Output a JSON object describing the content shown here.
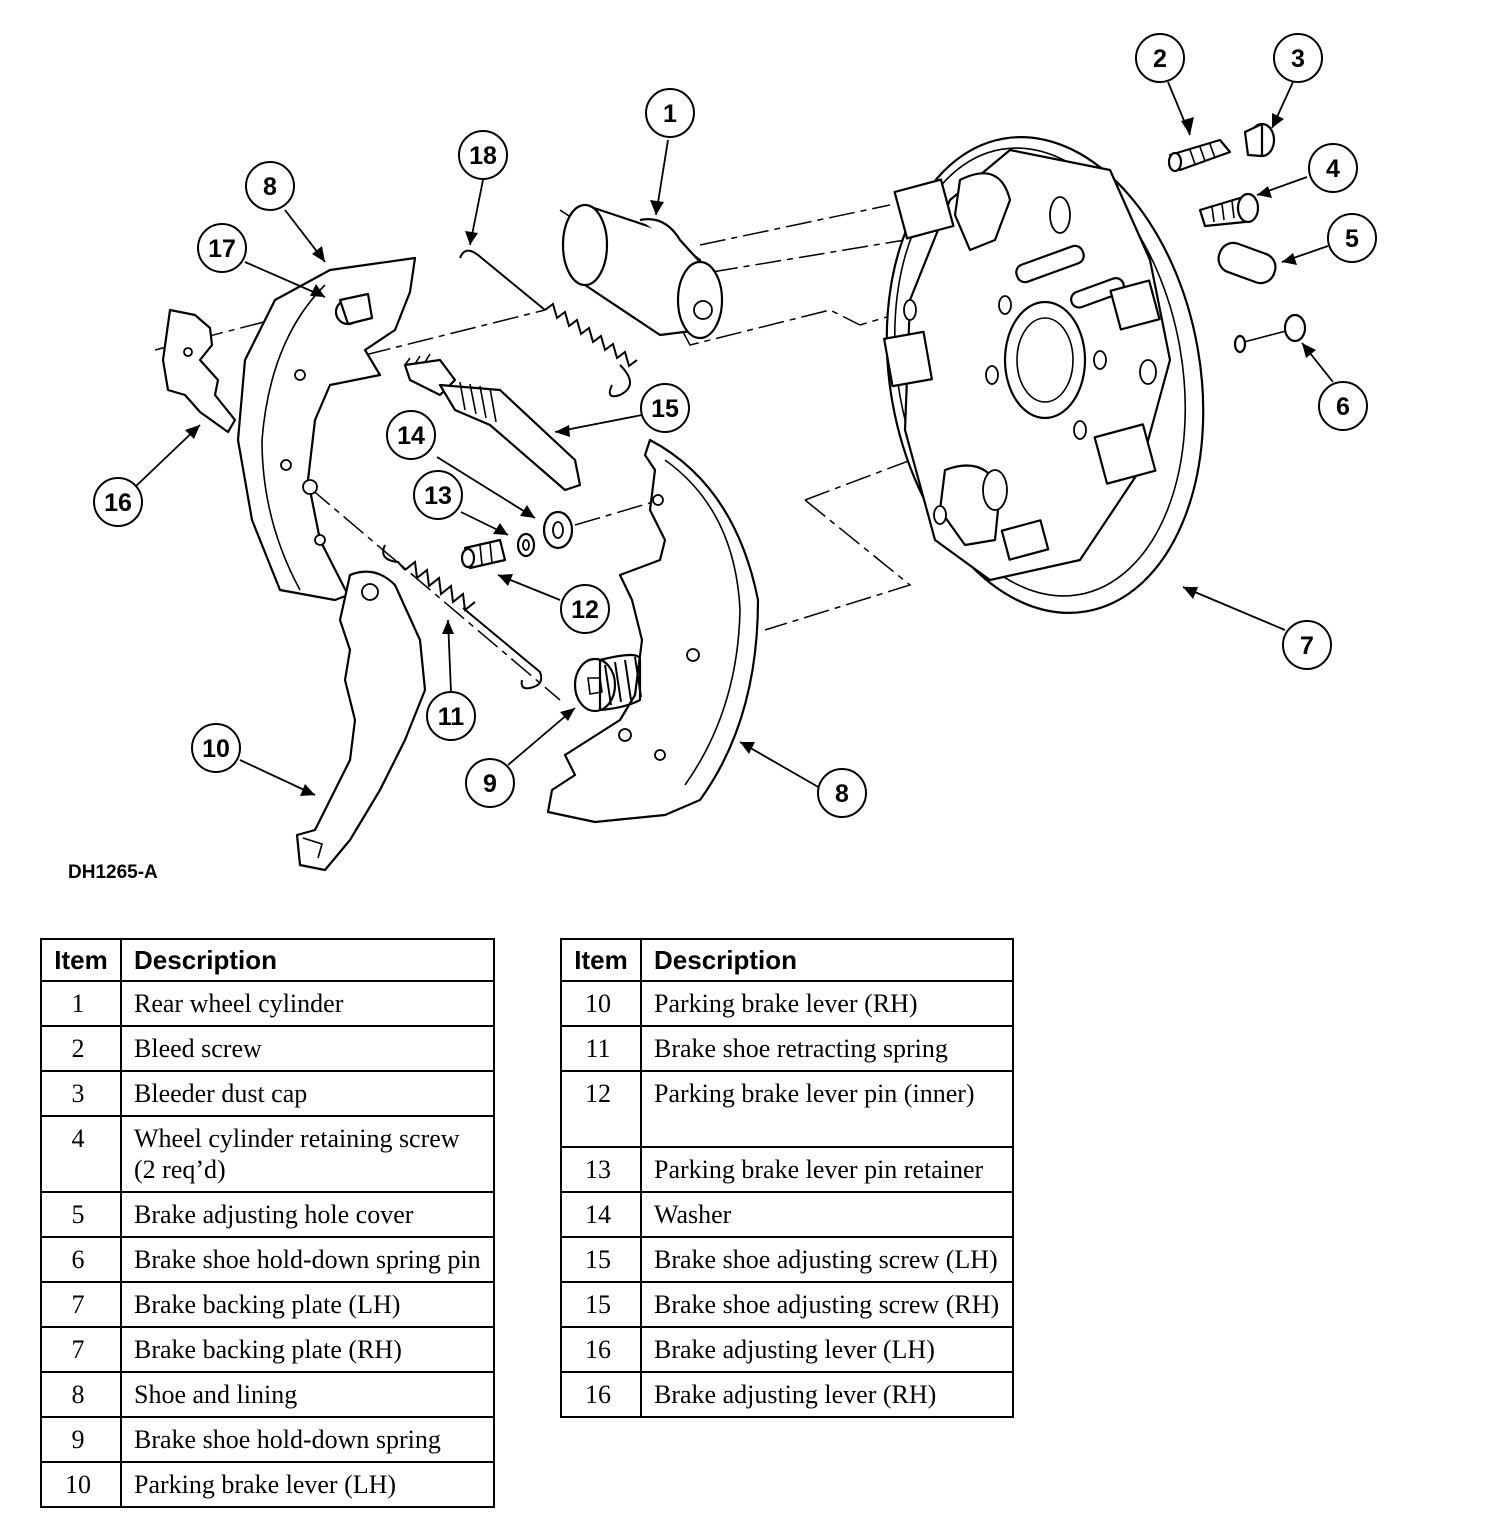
{
  "figure_code": "DH1265-A",
  "callouts": {
    "c1": "1",
    "c2": "2",
    "c3": "3",
    "c4": "4",
    "c5": "5",
    "c6": "6",
    "c7": "7",
    "c8a": "8",
    "c8b": "8",
    "c9": "9",
    "c10": "10",
    "c11": "11",
    "c12": "12",
    "c13": "13",
    "c14": "14",
    "c15": "15",
    "c16": "16",
    "c17": "17",
    "c18": "18"
  },
  "legend_headers": {
    "item": "Item",
    "description": "Description"
  },
  "legend_left": [
    {
      "item": "1",
      "description": "Rear wheel cylinder"
    },
    {
      "item": "2",
      "description": "Bleed screw"
    },
    {
      "item": "3",
      "description": "Bleeder dust cap"
    },
    {
      "item": "4",
      "description": "Wheel cylinder retaining screw (2 req’d)"
    },
    {
      "item": "5",
      "description": "Brake adjusting hole cover"
    },
    {
      "item": "6",
      "description": "Brake shoe hold-down spring pin"
    },
    {
      "item": "7",
      "description": "Brake backing plate (LH)"
    },
    {
      "item": "7",
      "description": "Brake backing plate (RH)"
    },
    {
      "item": "8",
      "description": "Shoe and lining"
    },
    {
      "item": "9",
      "description": "Brake shoe hold-down spring"
    },
    {
      "item": "10",
      "description": "Parking brake lever (LH)"
    }
  ],
  "legend_right": [
    {
      "item": "10",
      "description": "Parking brake lever (RH)"
    },
    {
      "item": "11",
      "description": "Brake shoe retracting spring"
    },
    {
      "item": "12",
      "description": "Parking brake lever pin (inner)"
    },
    {
      "item": "13",
      "description": "Parking brake lever pin retainer"
    },
    {
      "item": "14",
      "description": "Washer"
    },
    {
      "item": "15",
      "description": "Brake shoe adjusting screw (LH)"
    },
    {
      "item": "15",
      "description": "Brake shoe adjusting screw (RH)"
    },
    {
      "item": "16",
      "description": "Brake adjusting lever (LH)"
    },
    {
      "item": "16",
      "description": "Brake adjusting lever (RH)"
    }
  ]
}
